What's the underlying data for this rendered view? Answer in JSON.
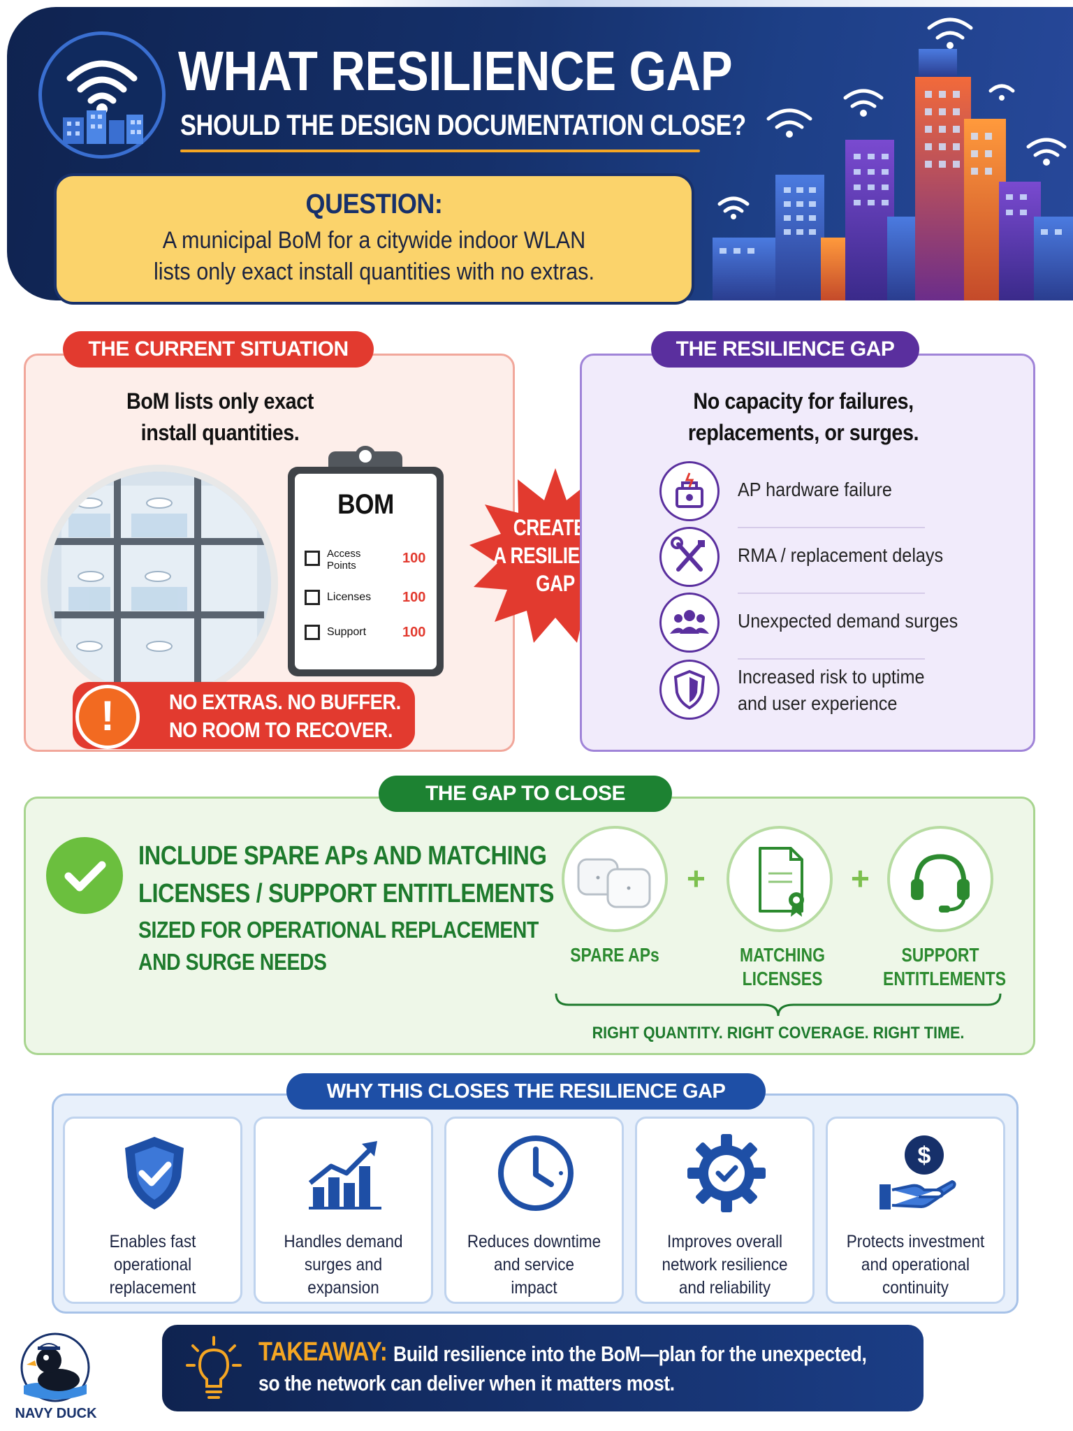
{
  "header": {
    "title": "WHAT RESILIENCE GAP",
    "subtitle": "SHOULD THE DESIGN DOCUMENTATION CLOSE?",
    "question_label": "QUESTION:",
    "question_line1": "A municipal BoM for a citywide indoor WLAN",
    "question_line2": "lists only exact install quantities with no extras."
  },
  "current": {
    "tab": "THE CURRENT SITUATION",
    "heading_line1": "BoM lists only exact",
    "heading_line2": "install quantities.",
    "bom_title": "BOM",
    "bom_rows": [
      {
        "label": "Access Points",
        "value": "100"
      },
      {
        "label": "Licenses",
        "value": "100"
      },
      {
        "label": "Support",
        "value": "100"
      }
    ],
    "warning_line1": "NO EXTRAS. NO BUFFER.",
    "warning_line2": "NO ROOM TO RECOVER."
  },
  "burst": {
    "line1": "CREATES",
    "line2": "A RESILIENCE",
    "line3": "GAP"
  },
  "gap": {
    "tab": "THE RESILIENCE GAP",
    "heading_line1": "No capacity for failures,",
    "heading_line2": "replacements, or surges.",
    "items": [
      {
        "icon": "hardware-failure-icon",
        "text": "AP hardware failure"
      },
      {
        "icon": "tools-icon",
        "text": "RMA / replacement delays"
      },
      {
        "icon": "users-icon",
        "text": "Unexpected demand surges"
      },
      {
        "icon": "shield-icon",
        "text_line1": "Increased risk to uptime",
        "text_line2": "and user experience"
      }
    ]
  },
  "close": {
    "tab": "THE GAP TO CLOSE",
    "line1": "INCLUDE SPARE APs AND MATCHING",
    "line2": "LICENSES / SUPPORT ENTITLEMENTS",
    "line3": "SIZED FOR OPERATIONAL REPLACEMENT",
    "line4": "AND SURGE NEEDS",
    "items": [
      {
        "icon": "access-point-icon",
        "label_line1": "SPARE APs",
        "label_line2": ""
      },
      {
        "icon": "license-document-icon",
        "label_line1": "MATCHING",
        "label_line2": "LICENSES"
      },
      {
        "icon": "headset-icon",
        "label_line1": "SUPPORT",
        "label_line2": "ENTITLEMENTS"
      }
    ],
    "plus": "+",
    "tagline": "RIGHT QUANTITY. RIGHT COVERAGE. RIGHT TIME."
  },
  "why": {
    "tab": "WHY THIS CLOSES THE RESILIENCE GAP",
    "cards": [
      {
        "icon": "shield-check-icon",
        "line1": "Enables fast",
        "line2": "operational",
        "line3": "replacement"
      },
      {
        "icon": "growth-chart-icon",
        "line1": "Handles demand",
        "line2": "surges and",
        "line3": "expansion"
      },
      {
        "icon": "clock-icon",
        "line1": "Reduces downtime",
        "line2": "and service",
        "line3": "impact"
      },
      {
        "icon": "gear-check-icon",
        "line1": "Improves overall",
        "line2": "network resilience",
        "line3": "and reliability"
      },
      {
        "icon": "hand-dollar-icon",
        "line1": "Protects investment",
        "line2": "and operational",
        "line3": "continuity"
      }
    ]
  },
  "footer": {
    "brand": "NAVY DUCK",
    "takeaway_label": "TAKEAWAY:",
    "takeaway_line1": "Build resilience into the BoM—plan for the unexpected,",
    "takeaway_line2": "so the network can deliver when it matters most."
  },
  "colors": {
    "navy": "#0f2350",
    "red": "#e23a2f",
    "purple": "#5a2f9e",
    "green": "#1d8232",
    "blue": "#1e4fa6",
    "yellow": "#fbd36b",
    "orange": "#f5a623"
  }
}
